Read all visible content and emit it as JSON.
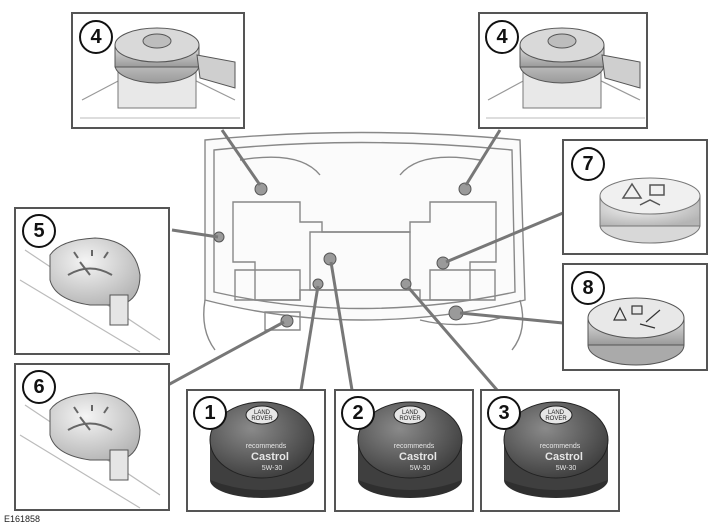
{
  "figure_id": "E161858",
  "callouts": [
    {
      "number": "1",
      "component": "engine-oil-filler-cap"
    },
    {
      "number": "2",
      "component": "engine-oil-filler-cap"
    },
    {
      "number": "3",
      "component": "engine-oil-filler-cap"
    },
    {
      "number": "4",
      "component": "brake-fluid-reservoir-cap"
    },
    {
      "number": "4",
      "component": "brake-fluid-reservoir-cap"
    },
    {
      "number": "5",
      "component": "washer-fluid-reservoir-cap"
    },
    {
      "number": "6",
      "component": "washer-fluid-reservoir-cap"
    },
    {
      "number": "7",
      "component": "coolant-expansion-tank-cap"
    },
    {
      "number": "8",
      "component": "coolant-expansion-tank-cap"
    }
  ],
  "oil_cap_text": {
    "brand_line1": "LAND",
    "brand_line2": "ROVER",
    "recommends": "recommends",
    "castrol": "Castrol",
    "variants": [
      "5W-30",
      "5W-30",
      "5W-30"
    ]
  },
  "colors": {
    "line": "#333333",
    "panel_border": "#555555",
    "cap_dark": "#4a4a4a",
    "cap_light": "#c8c8c8",
    "engine_fill": "#f7f7f7"
  }
}
